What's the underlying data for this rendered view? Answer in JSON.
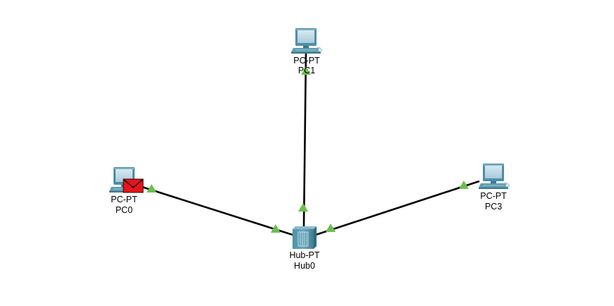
{
  "topology": {
    "devices": [
      {
        "id": "pc1",
        "type_label": "PC-PT",
        "name": "PC1",
        "kind": "pc",
        "has_pdu": false
      },
      {
        "id": "pc0",
        "type_label": "PC-PT",
        "name": "PC0",
        "kind": "pc",
        "has_pdu": true
      },
      {
        "id": "pc3",
        "type_label": "PC-PT",
        "name": "PC3",
        "kind": "pc",
        "has_pdu": false
      },
      {
        "id": "hub0",
        "type_label": "Hub-PT",
        "name": "Hub0",
        "kind": "hub",
        "has_pdu": false
      }
    ],
    "links": [
      {
        "from": "hub0",
        "to": "pc1",
        "status": "up"
      },
      {
        "from": "hub0",
        "to": "pc0",
        "status": "up"
      },
      {
        "from": "hub0",
        "to": "pc3",
        "status": "up"
      }
    ],
    "pdu": {
      "icon": "envelope-icon",
      "color": "#e8141b",
      "at_device": "pc0"
    }
  },
  "colors": {
    "link": "#000000",
    "link_up_indicator": "#6cbf4b",
    "device_body": "#4e8ea6",
    "device_screen": "#b9d7e4",
    "hub_body": "#5e9cb0",
    "label": "#000000"
  }
}
